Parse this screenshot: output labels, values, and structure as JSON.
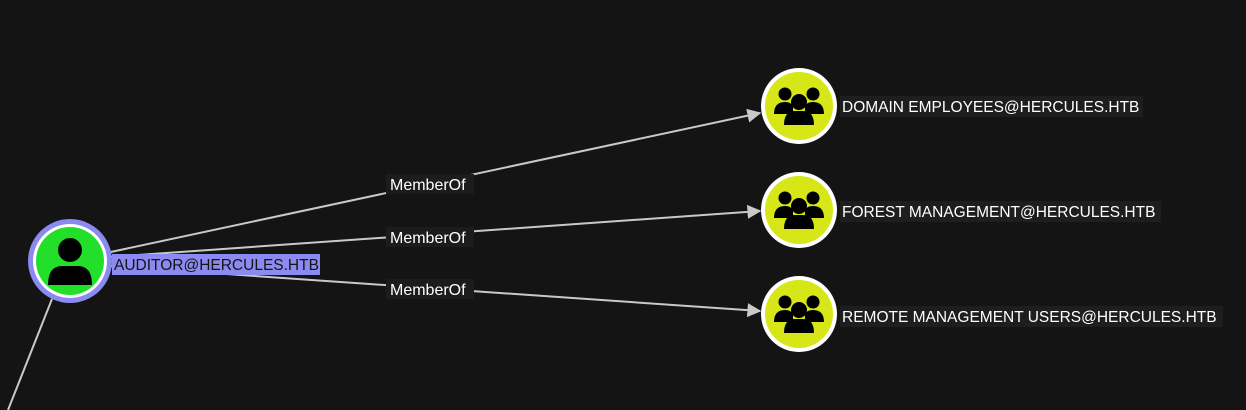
{
  "graph": {
    "nodes": {
      "auditor": {
        "label": "AUDITOR@HERCULES.HTB",
        "type": "user",
        "selected": true,
        "color": "#22e02a",
        "ring": "#8a8af0"
      },
      "domain_employees": {
        "label": "DOMAIN EMPLOYEES@HERCULES.HTB",
        "type": "group",
        "color": "#d6e616",
        "ring": "#ffffff"
      },
      "forest_management": {
        "label": "FOREST MANAGEMENT@HERCULES.HTB",
        "type": "group",
        "color": "#d6e616",
        "ring": "#ffffff"
      },
      "remote_management": {
        "label": "REMOTE MANAGEMENT USERS@HERCULES.HTB",
        "type": "group",
        "color": "#d6e616",
        "ring": "#ffffff"
      }
    },
    "edges": [
      {
        "from": "AUDITOR@HERCULES.HTB",
        "to": "DOMAIN EMPLOYEES@HERCULES.HTB",
        "label": "MemberOf"
      },
      {
        "from": "AUDITOR@HERCULES.HTB",
        "to": "FOREST MANAGEMENT@HERCULES.HTB",
        "label": "MemberOf"
      },
      {
        "from": "AUDITOR@HERCULES.HTB",
        "to": "REMOTE MANAGEMENT USERS@HERCULES.HTB",
        "label": "MemberOf"
      }
    ],
    "icons": {
      "user": "user-icon",
      "group": "group-icon"
    }
  }
}
